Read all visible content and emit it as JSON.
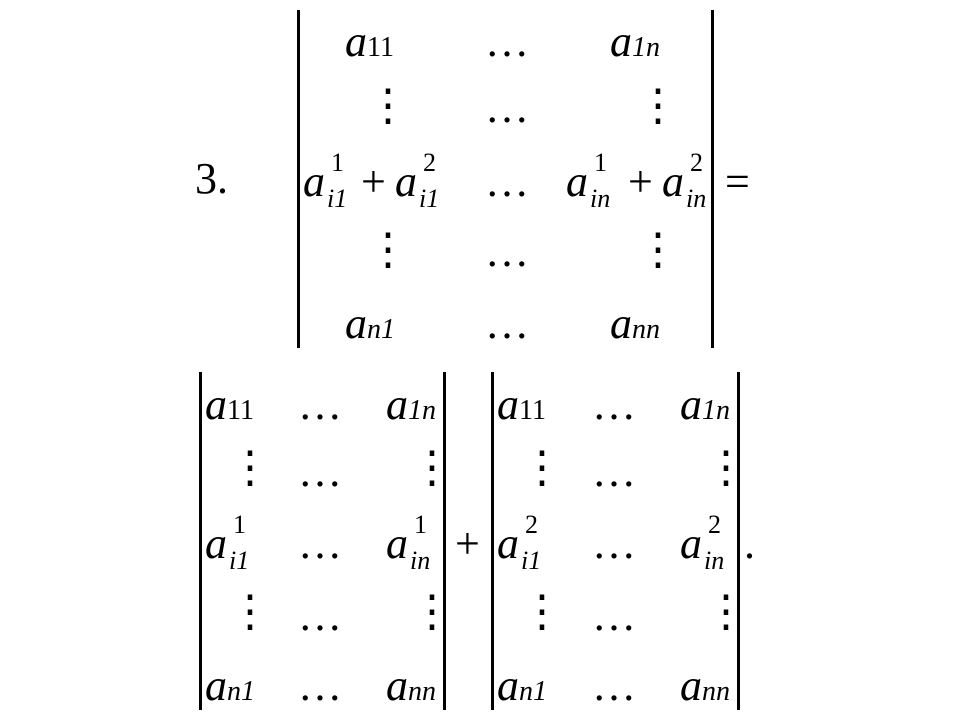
{
  "item_number": "3.",
  "base": "a",
  "operators": {
    "plus": "+",
    "equals": "=",
    "period": ".",
    "hdots": "…",
    "vdots": "⋮"
  },
  "sub": {
    "s11": "11",
    "s1n": "1n",
    "si1": "i1",
    "sin": "in",
    "sn1": "n1",
    "snn": "nn"
  },
  "sup": {
    "one": "1",
    "two": "2"
  }
}
